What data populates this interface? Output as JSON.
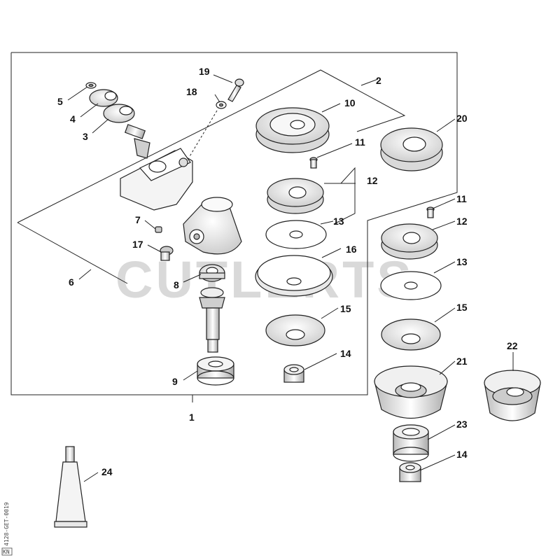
{
  "watermark": "CUTLERTS",
  "reference_code": "4128-GET-0019",
  "corner_mark": "KN",
  "callouts": {
    "c1": "1",
    "c2": "2",
    "c3": "3",
    "c4": "4",
    "c5": "5",
    "c6": "6",
    "c7": "7",
    "c8": "8",
    "c9": "9",
    "c10": "10",
    "c11a": "11",
    "c11b": "11",
    "c12a": "12",
    "c12b": "12",
    "c13a": "13",
    "c13b": "13",
    "c14a": "14",
    "c14b": "14",
    "c15a": "15",
    "c15b": "15",
    "c16": "16",
    "c17": "17",
    "c18": "18",
    "c19": "19",
    "c20": "20",
    "c21": "21",
    "c22": "22",
    "c23": "23",
    "c24": "24"
  },
  "colors": {
    "line": "#222222",
    "fill": "#ffffff",
    "shade": "#d0d0d0",
    "watermark": "#d9d9d9"
  }
}
